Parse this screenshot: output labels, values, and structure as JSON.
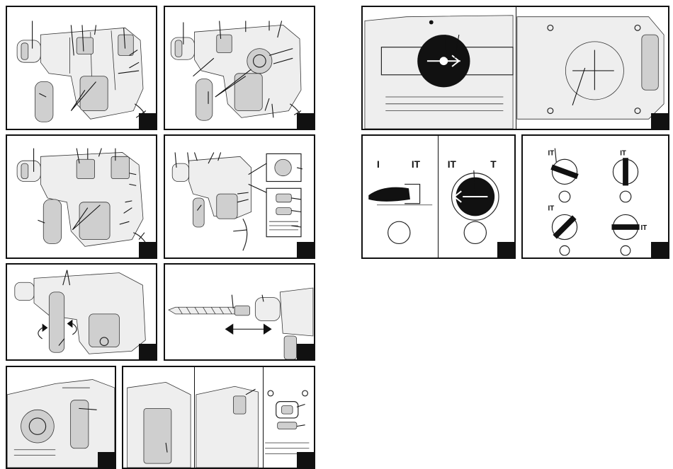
{
  "mode_symbols": {
    "hammer": "T",
    "drill": "I",
    "hammer_drill": "IT"
  },
  "colors": {
    "ink": "#111111",
    "paper": "#ffffff",
    "shade": "#cfcfcf"
  },
  "icons": {
    "rotate_arrow": "rotate-arrow-icon",
    "double_arrow": "double-arrow-icon",
    "screw": "screw-icon"
  }
}
